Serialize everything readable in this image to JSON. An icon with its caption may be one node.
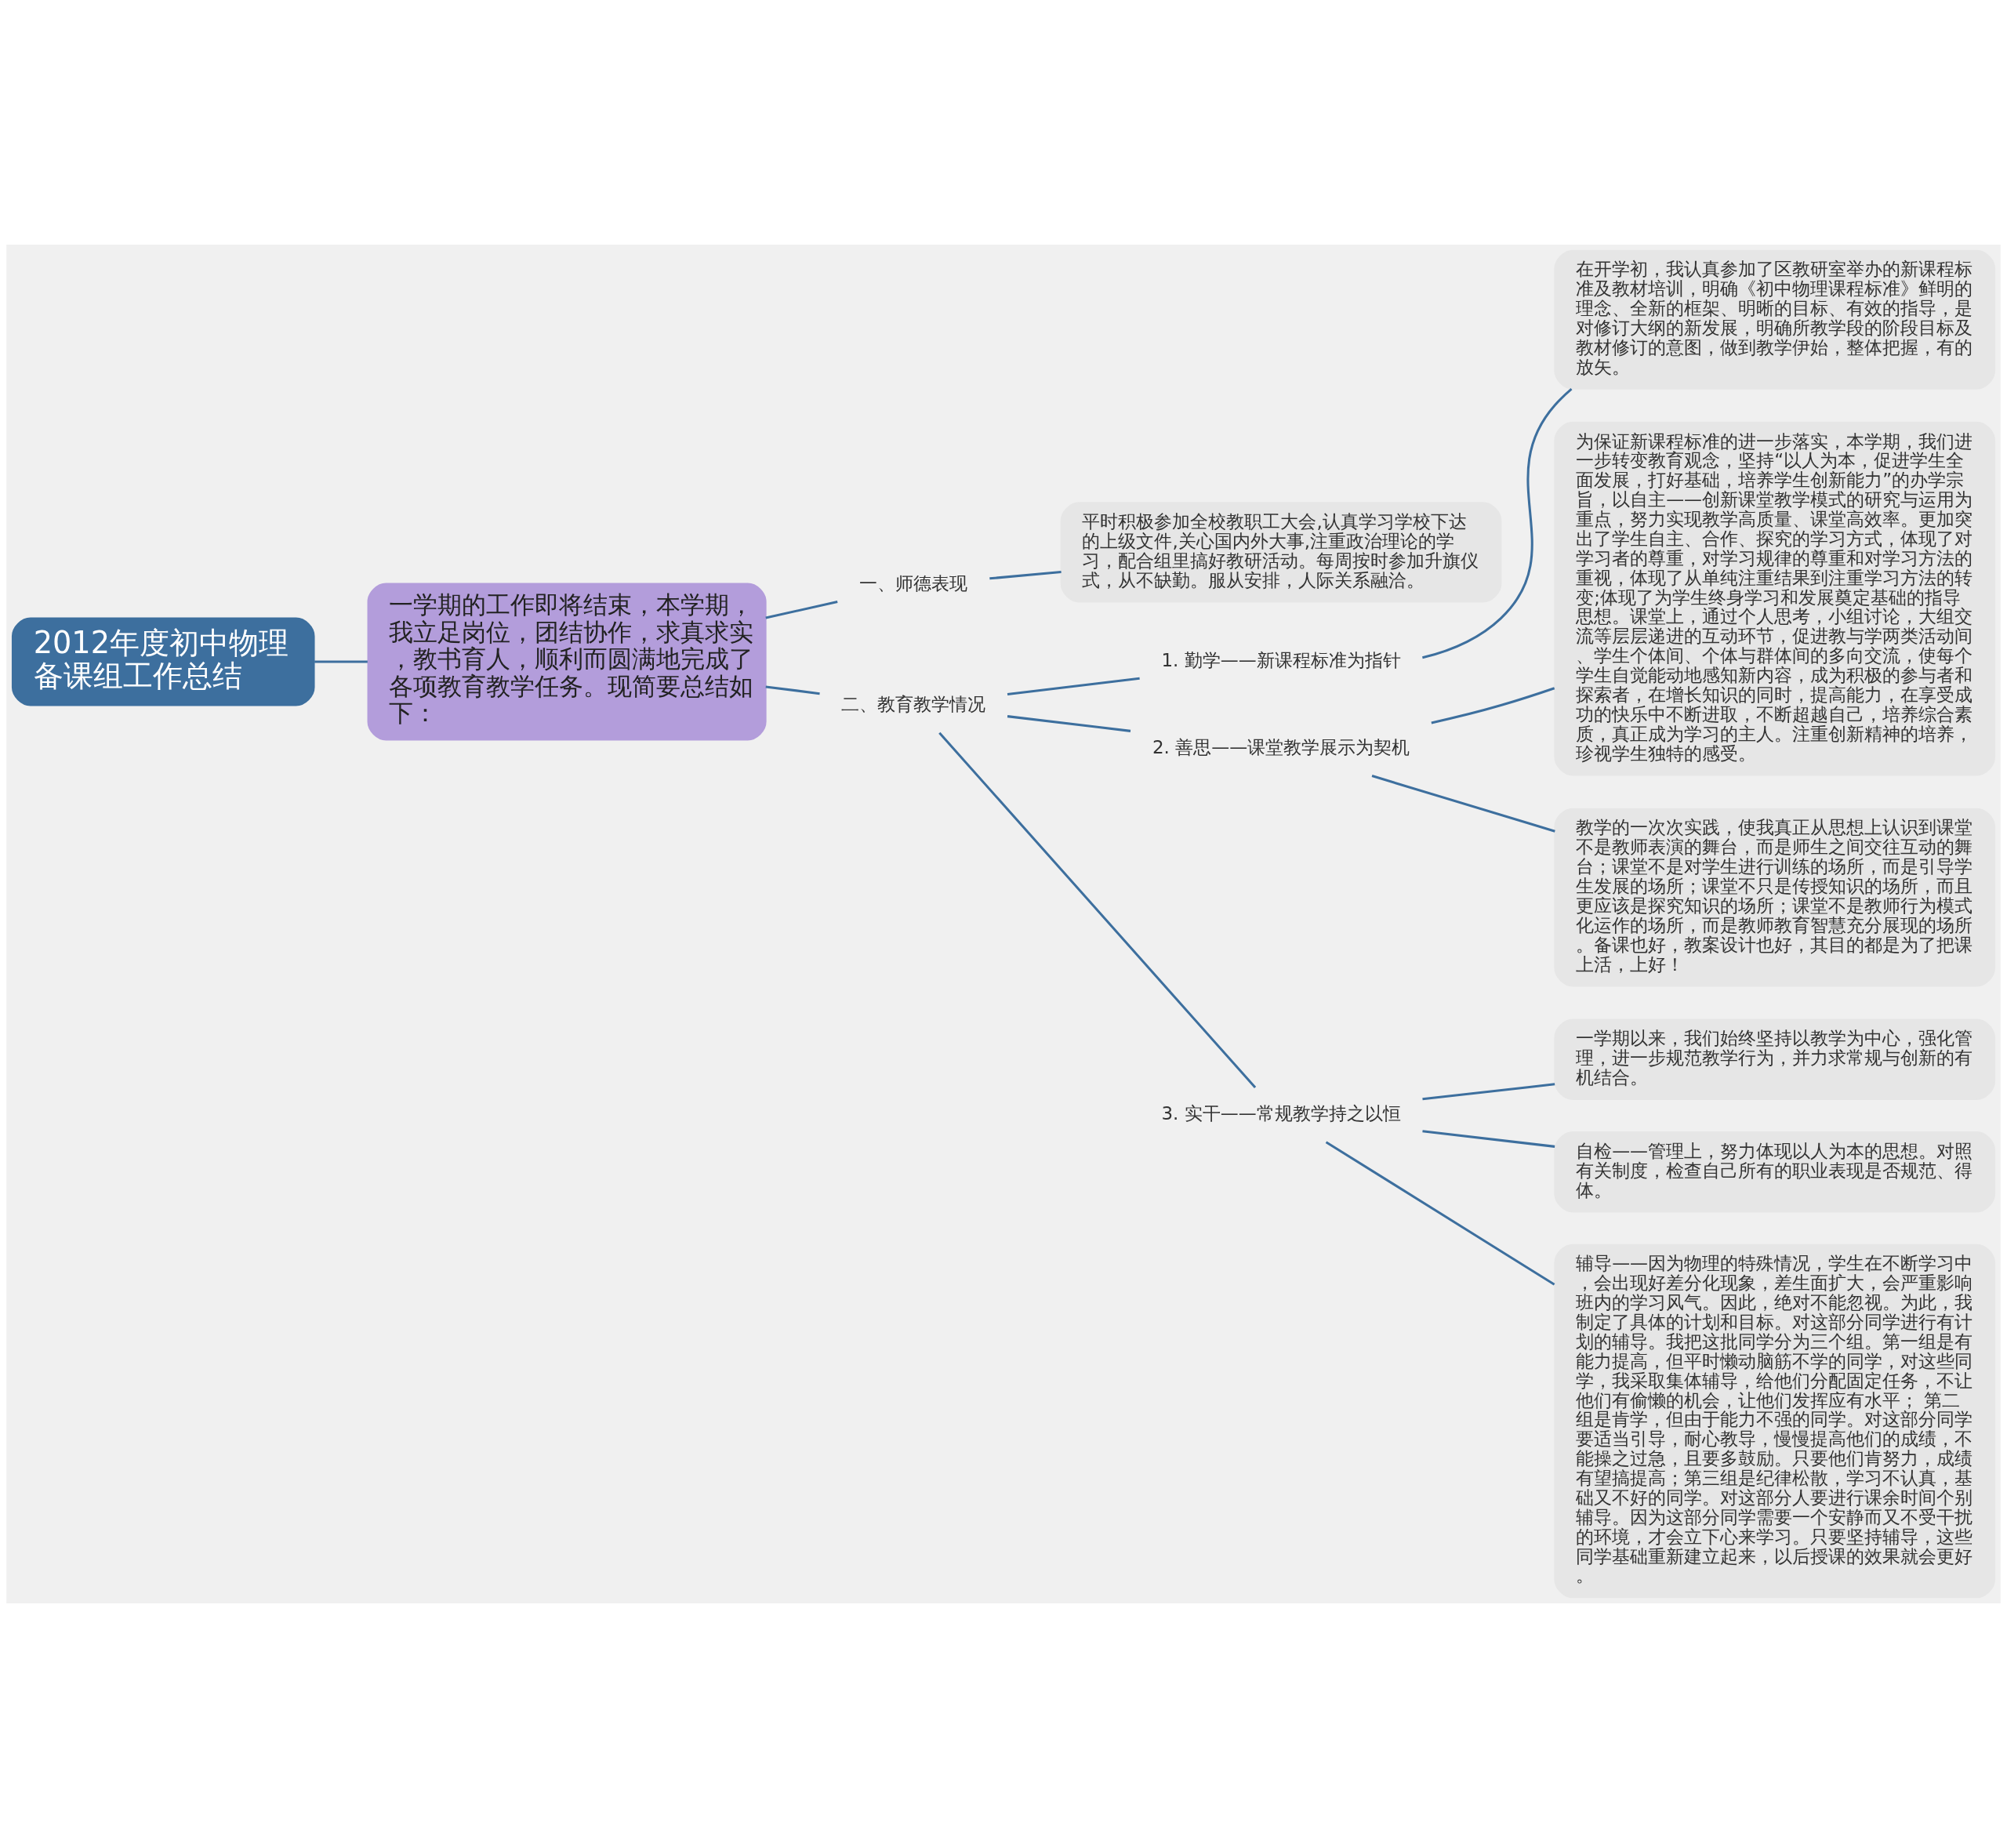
{
  "diagram": {
    "nodes": [
      {
        "text": [
          "2012年度初中物理备课组工作总结"
        ]
      },
      {
        "text": [
          "一学期的工作即将结束，本学期，我立足岗位，团结协作，求真求实，教书育人，顺利而圆满地完成了各项教育教学任务。现简要总结如下："
        ]
      },
      {
        "text": [
          "一、师德表现"
        ]
      },
      {
        "text": [
          "平时积极参加全校教职工大会,认真学习学校下达的上级文件,关心国内外大事,注重政治理论的学习，配合组里搞好教研活动。每周按时参加升旗仪式，从不缺勤。服从安排，人际关系融洽。"
        ]
      },
      {
        "text": [
          "二、教育教学情况"
        ]
      },
      {
        "text": [
          "1. 勤学——新课程标准为指针"
        ]
      },
      {
        "text": [
          "在开学初，我认真参加了区教研室举办的新课程标准及教材培训，明确《初中物理课程标准》鲜明的理念、全新的框架、明晰的目标、有效的指导，是对修订大纲的新发展，明确所教学段的阶段目标及教材修订的意图，做到教学伊始，整体把握，有的放矢。"
        ]
      },
      {
        "text": [
          "2. 善思——课堂教学展示为契机"
        ]
      },
      {
        "text": [
          "为保证新课程标准的进一步落实，本学期，我们进一步转变教育观念，坚持“以人为本，促进学生全面发展，打好基础，培养学生创新能力”的办学宗旨，以自主——创新课堂教学模式的研究与运用为重点，努力实现教学高质量、课堂高效率。更加突出了学生自主、合作、探究的学习方式，体现了对学习者的尊重，对学习规律的尊重和对学习方法的重视，体现了从单纯注重结果到注重学习方法的转变;体现了为学生终身学习和发展奠定基础的指导思想。课堂上，通过个人思考，小组讨论，大组交流等层层递进的互动环节，促进教与学两类活动间、学生个体间、个体与群体间的多向交流，使每个学生自觉能动地感知新内容，成为积极的参与者和探索者，在增长知识的同时，提高能力，在享受成功的快乐中不断进取，不断超越自己，培养综合素质，真正成为学习的主人。注重创新精神的培养，珍视学生独特的感受。"
        ]
      },
      {
        "text": [
          "教学的一次次实践，使我真正从思想上认识到课堂不是教师表演的舞台，而是师生之间交往互动的舞台；课堂不是对学生进行训练的场所，而是引导学生发展的场所；课堂不只是传授知识的场所，而且更应该是探究知识的场所；课堂不是教师行为模式化运作的场所，而是教师教育智慧充分展现的场所。备课也好，教案设计也好，其目的都是为了把课上活，上好！"
        ]
      },
      {
        "text": [
          "3. 实干——常规教学持之以恒"
        ]
      },
      {
        "text": [
          "一学期以来，我们始终坚持以教学为中心，强化管理，进一步规范教学行为，并力求常规与创新的有机结合。"
        ]
      },
      {
        "text": [
          "自检——管理上，努力体现以人为本的思想。对照有关制度，检查自己所有的职业表现是否规范、得体。"
        ]
      },
      {
        "text": [
          "辅导——因为物理的特殊情况，学生在不断学习中，会出现好差分化现象，差生面扩大，会严重影响班内的学习风气。因此，绝对不能忽视。为此，我制定了具体的计划和目标。对这部分同学进行有计划的辅导。我把这批同学分为三个组。第一组是有能力提高，但平时懒动脑筋不学的同学，对这些同学，我采取集体辅导，给他们分配固定任务，不让他们有偷懒的机会，让他们发挥应有水平； 第二组是肯学，但由于能力不强的同学。对这部分同学要适当引导，耐心教导，慢慢提高他们的成绩，不能操之过急，且要多鼓励。只要他们肯努力，成绩有望搞提高；第三组是纪律松散，学习不认真，基础又不好的同学。对这部分人要进行课余时间个别辅导。因为这部分同学需要一个安静而又不受干扰的环境，才会立下心来学习。只要坚持辅导，这些同学基础重新建立起来，以后授课的效果就会更好。"
        ]
      }
    ],
    "edges": [
      {
        "from": 0,
        "to": 1,
        "arrow": "none"
      },
      {
        "from": 1,
        "to": 2,
        "arrow": "none"
      },
      {
        "from": 1,
        "to": 4,
        "arrow": "none"
      },
      {
        "from": 2,
        "to": 3,
        "arrow": "none"
      },
      {
        "from": 4,
        "to": 5,
        "arrow": "none"
      },
      {
        "from": 4,
        "to": 7,
        "arrow": "none"
      },
      {
        "from": 4,
        "to": 10,
        "arrow": "none"
      },
      {
        "from": 5,
        "to": 6,
        "arrow": "none"
      },
      {
        "from": 7,
        "to": 8,
        "arrow": "none"
      },
      {
        "from": 7,
        "to": 9,
        "arrow": "none"
      },
      {
        "from": 10,
        "to": 11,
        "arrow": "none"
      },
      {
        "from": 10,
        "to": 12,
        "arrow": "none"
      },
      {
        "from": 10,
        "to": 13,
        "arrow": "none"
      }
    ]
  }
}
